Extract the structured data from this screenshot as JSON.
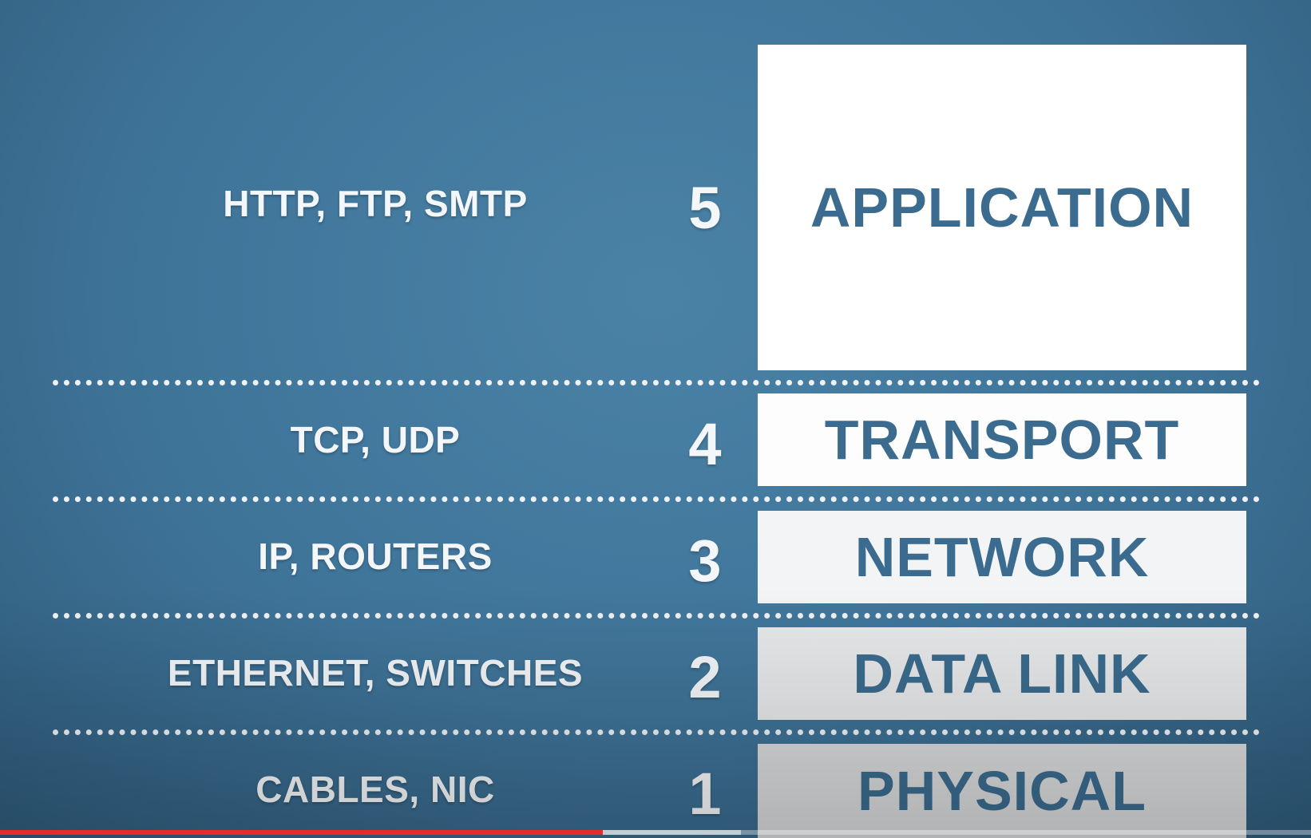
{
  "layers": [
    {
      "number": "5",
      "name": "APPLICATION",
      "protocols": "HTTP, FTP, SMTP"
    },
    {
      "number": "4",
      "name": "TRANSPORT",
      "protocols": "TCP, UDP"
    },
    {
      "number": "3",
      "name": "NETWORK",
      "protocols": "IP, ROUTERS"
    },
    {
      "number": "2",
      "name": "DATA LINK",
      "protocols": "ETHERNET, SWITCHES"
    },
    {
      "number": "1",
      "name": "PHYSICAL",
      "protocols": "CABLES, NIC"
    }
  ],
  "colors": {
    "background": "#4179a0",
    "box_text": "#3b6c8f",
    "label_text": "#f4f7f9",
    "progress_played": "#e52d27"
  },
  "video_progress": {
    "played_fraction": 0.46,
    "buffered_fraction": 0.565
  }
}
